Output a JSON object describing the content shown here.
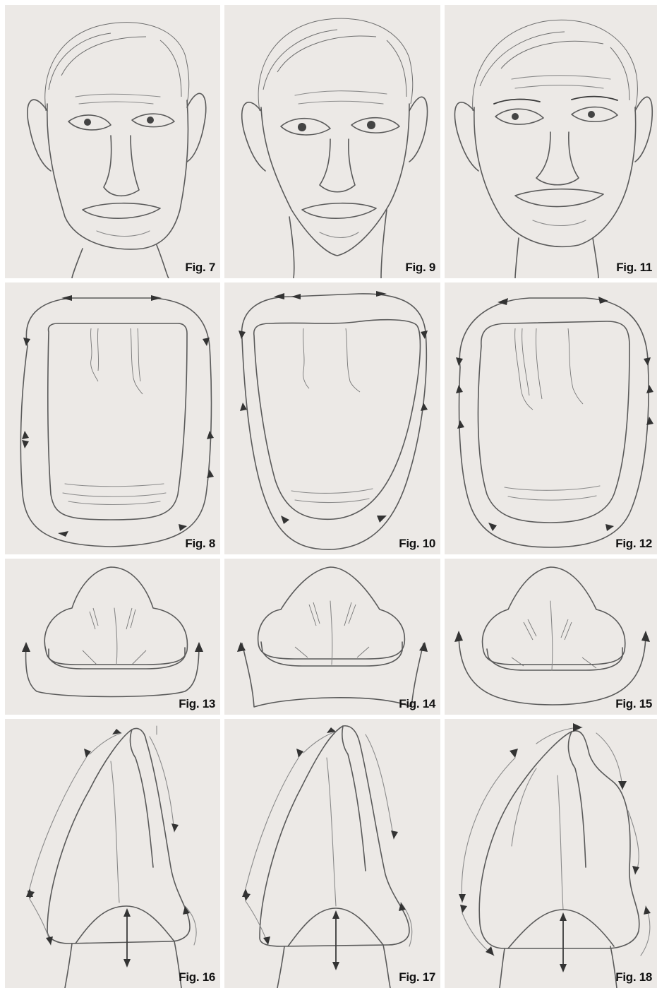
{
  "figures": [
    {
      "id": "fig7",
      "label": "Fig. 7",
      "subject": "face"
    },
    {
      "id": "fig9",
      "label": "Fig. 9",
      "subject": "face"
    },
    {
      "id": "fig11",
      "label": "Fig. 11",
      "subject": "face"
    },
    {
      "id": "fig8",
      "label": "Fig. 8",
      "subject": "tooth-front"
    },
    {
      "id": "fig10",
      "label": "Fig. 10",
      "subject": "tooth-front"
    },
    {
      "id": "fig12",
      "label": "Fig. 12",
      "subject": "tooth-front"
    },
    {
      "id": "fig13",
      "label": "Fig. 13",
      "subject": "tooth-incisal"
    },
    {
      "id": "fig14",
      "label": "Fig. 14",
      "subject": "tooth-incisal"
    },
    {
      "id": "fig15",
      "label": "Fig. 15",
      "subject": "tooth-incisal"
    },
    {
      "id": "fig16",
      "label": "Fig. 16",
      "subject": "tooth-profile"
    },
    {
      "id": "fig17",
      "label": "Fig. 17",
      "subject": "tooth-profile"
    },
    {
      "id": "fig18",
      "label": "Fig. 18",
      "subject": "tooth-profile"
    }
  ],
  "colors": {
    "paper": "#ece9e6",
    "pencil": "#5a5a5a",
    "label": "#111111"
  }
}
